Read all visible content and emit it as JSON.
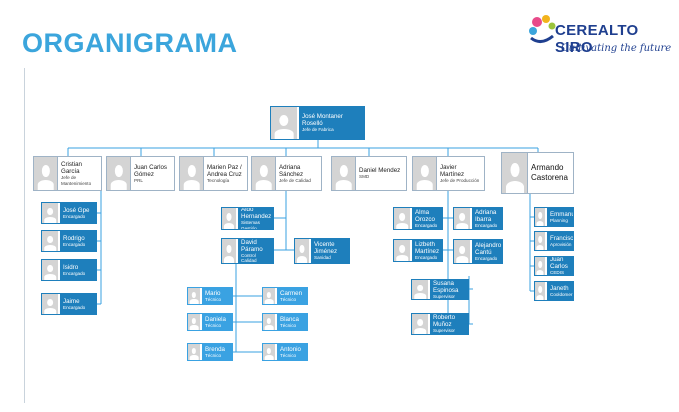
{
  "header": {
    "title": "ORGANIGRAMA"
  },
  "logo": {
    "name": "CEREALTO SIRO",
    "tagline": "Cultivating the future"
  },
  "org": {
    "top": {
      "name": "José Montaner Roselló",
      "role": "Jefe de Fabrica"
    },
    "managers": [
      {
        "name": "Cristian García",
        "role": "Jefe de Mantenimiento"
      },
      {
        "name": "Juan Carlos Gómez",
        "role": "PRL"
      },
      {
        "name": "Marien Paz / Andrea Cruz",
        "role": "Tecnología"
      },
      {
        "name": "Adriana Sánchez",
        "role": "Jefe de Calidad"
      },
      {
        "name": "Daniel Mendez",
        "role": "SMD"
      },
      {
        "name": "Javier Martínez",
        "role": "Jefe de Producción"
      },
      {
        "name": "Armando Castorena",
        "role": ""
      }
    ],
    "maintenance": [
      {
        "name": "José Gpe",
        "role": "Encargado"
      },
      {
        "name": "Rodrigo",
        "role": "Encargado"
      },
      {
        "name": "Isidro",
        "role": "Encargado"
      },
      {
        "name": "Jaime",
        "role": "Encargado"
      }
    ],
    "quality": {
      "leads": [
        {
          "name": "Aldo Hernandez",
          "role": "Sistemas Gestión"
        },
        {
          "name": "David Páramo",
          "role": "Control Calidad"
        },
        {
          "name": "Vicente Jiménez",
          "role": "Sanidad"
        }
      ],
      "technicians": [
        {
          "name": "Mario",
          "role": "Técnico"
        },
        {
          "name": "Carmen",
          "role": "Técnico"
        },
        {
          "name": "Daniela",
          "role": "Técnico"
        },
        {
          "name": "Blanca",
          "role": "Técnico"
        },
        {
          "name": "Brenda",
          "role": "Técnico"
        },
        {
          "name": "Antonio",
          "role": "Técnico"
        }
      ]
    },
    "production": {
      "leads": [
        {
          "name": "Alma Orozco",
          "role": "Encargado"
        },
        {
          "name": "Adriana Ibarra",
          "role": "Encargado"
        },
        {
          "name": "Lizbeth Martínez",
          "role": "Encargado"
        },
        {
          "name": "Alejandro Cantú",
          "role": "Encargado"
        }
      ],
      "supervisors": [
        {
          "name": "Susana Espinosa",
          "role": "Supervisor"
        },
        {
          "name": "Roberto Muñoz",
          "role": "Supervisor"
        }
      ]
    },
    "armando_team": [
      {
        "name": "Emmanuel",
        "role": "Planning"
      },
      {
        "name": "Francisco",
        "role": "Aprovisión"
      },
      {
        "name": "Juan Carlos",
        "role": "CEDIS"
      },
      {
        "name": "Janeth",
        "role": "Cooldomer"
      }
    ]
  }
}
